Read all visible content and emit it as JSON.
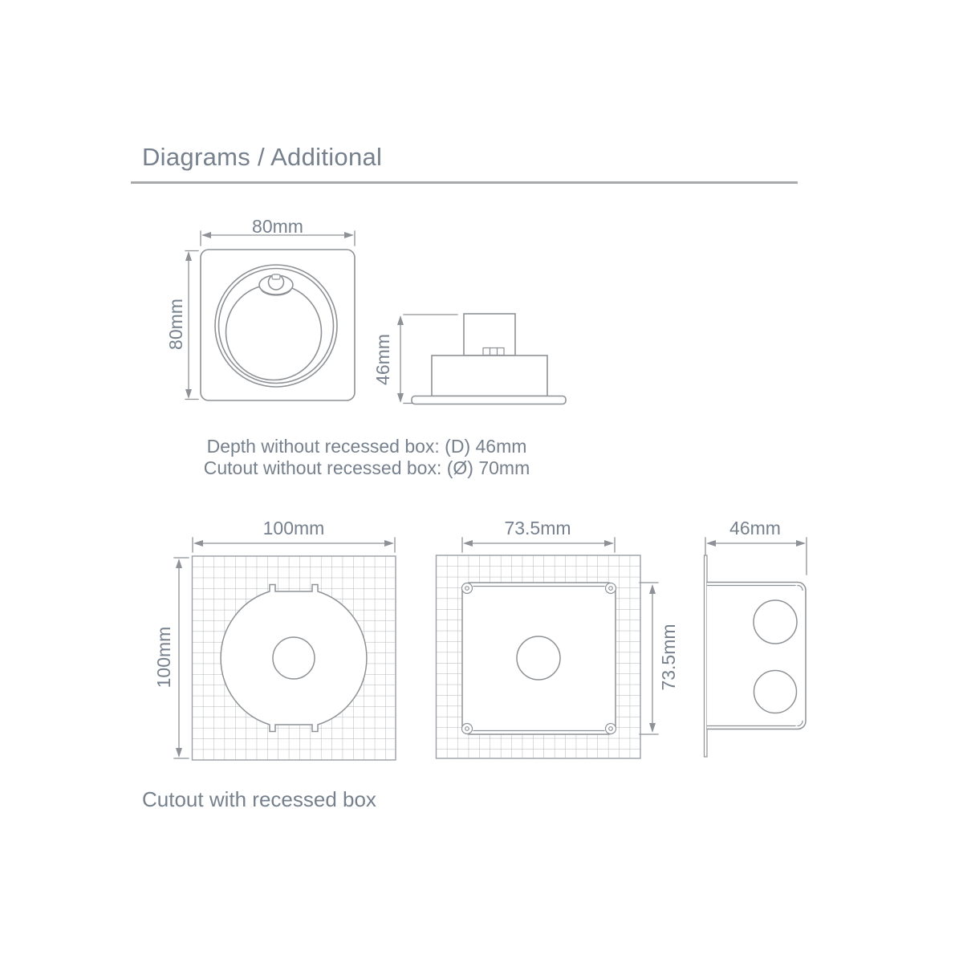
{
  "title": "Diagrams / Additional",
  "colors": {
    "text": "#76818d",
    "line": "#8e9296",
    "grid": "#b3b6b8",
    "divider": "#a7a9ab"
  },
  "front_view": {
    "width": "80mm",
    "height": "80mm"
  },
  "side_view": {
    "depth": "46mm"
  },
  "notes": {
    "depth": "Depth without recessed box: (D) 46mm",
    "cutout": "Cutout without recessed box: (Ø) 70mm"
  },
  "recessed": {
    "template": {
      "width": "100mm",
      "height": "100mm"
    },
    "cutout": {
      "width": "73.5mm",
      "height": "73.5mm"
    },
    "box_side": {
      "width": "46mm"
    },
    "caption": "Cutout with recessed box"
  }
}
